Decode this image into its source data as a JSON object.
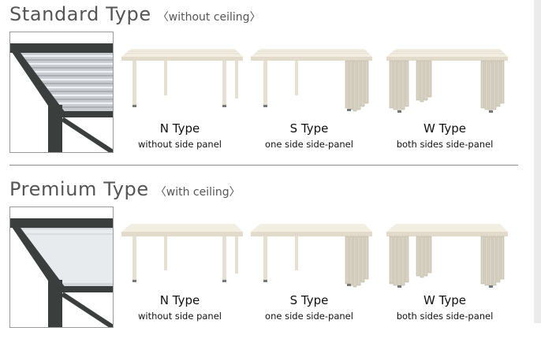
{
  "sections": [
    {
      "title": "Standard Type",
      "subtitle": "〈without ceiling〉",
      "detail_icon": "roof-detail-slatted",
      "variants": [
        {
          "name": "N Type",
          "desc": "without side panel",
          "icon": "carport-no-side-panel"
        },
        {
          "name": "S Type",
          "desc": "one side side-panel",
          "icon": "carport-one-side-panel"
        },
        {
          "name": "W Type",
          "desc": "both sides side-panel",
          "icon": "carport-both-side-panels"
        }
      ]
    },
    {
      "title": "Premium Type",
      "subtitle": "〈with ceiling〉",
      "detail_icon": "roof-detail-ceiling",
      "variants": [
        {
          "name": "N Type",
          "desc": "without side panel",
          "icon": "carport-no-side-panel"
        },
        {
          "name": "S Type",
          "desc": "one side side-panel",
          "icon": "carport-one-side-panel"
        },
        {
          "name": "W Type",
          "desc": "both sides side-panel",
          "icon": "carport-both-side-panels"
        }
      ]
    }
  ],
  "colors": {
    "frame": "#e6e0d2",
    "beam": "#3a3f3d",
    "text": "#222222"
  }
}
